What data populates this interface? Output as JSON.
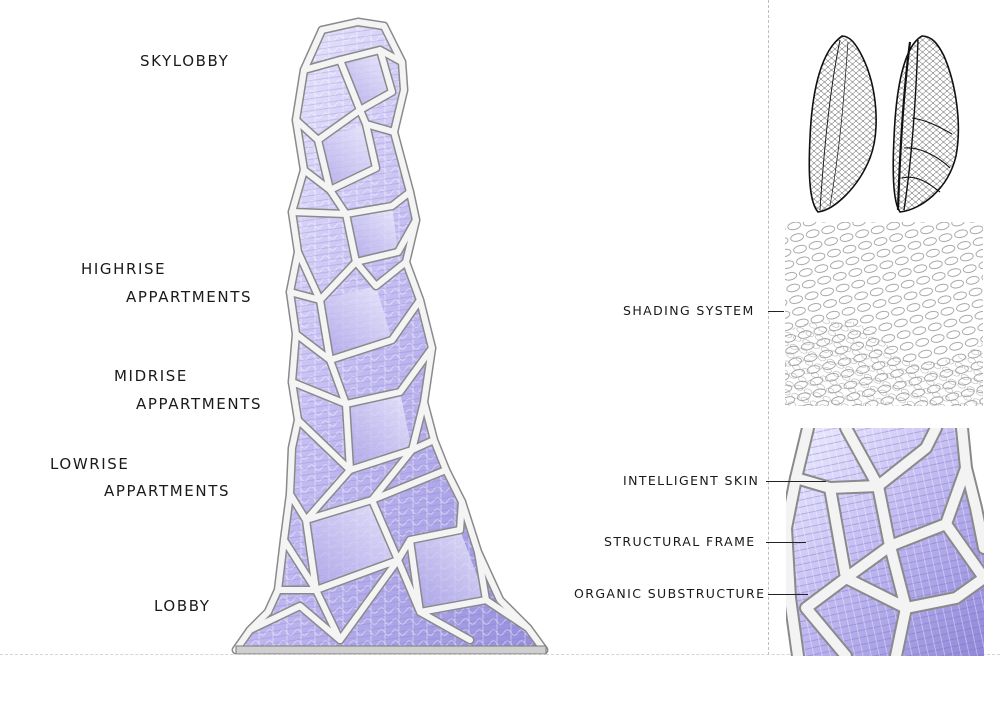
{
  "tower_labels": {
    "skylobby": "SKYLOBBY",
    "highrise_1": "HIGHRISE",
    "highrise_2": "APPARTMENTS",
    "midrise_1": "MIDRISE",
    "midrise_2": "APPARTMENTS",
    "lowrise_1": "LOWRISE",
    "lowrise_2": "APPARTMENTS",
    "lobby": "LOBBY"
  },
  "detail_labels": {
    "shading_system": "SHADING SYSTEM",
    "intelligent_skin": "INTELLIGENT SKIN",
    "structural_frame": "STRUCTURAL FRAME",
    "organic_substructure": "ORGANIC SUBSTRUCTURE"
  },
  "colors": {
    "glass_light": "#eeeefe",
    "glass_mid": "#b9b2ee",
    "glass_deep": "#8f86d8",
    "frame": "#f2f2f2",
    "frame_edge": "#8c8c8c"
  }
}
